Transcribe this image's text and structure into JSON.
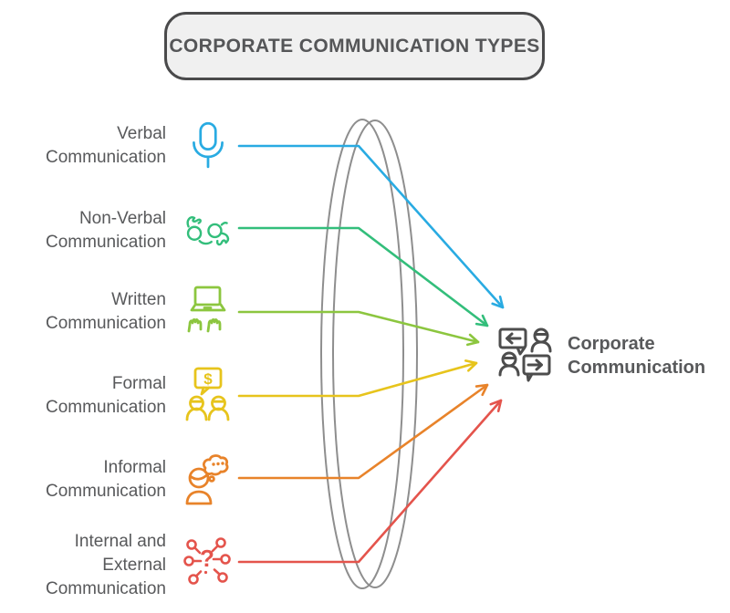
{
  "title": "CORPORATE COMMUNICATION TYPES",
  "items": [
    {
      "lines": [
        "Verbal",
        "Communication"
      ],
      "icon": "microphone-icon",
      "color": "#29ABE2"
    },
    {
      "lines": [
        "Non-Verbal",
        "Communication"
      ],
      "icon": "sign-language-icon",
      "color": "#33BE7B"
    },
    {
      "lines": [
        "Written",
        "Communication"
      ],
      "icon": "laptop-typing-icon",
      "color": "#8CC63F"
    },
    {
      "lines": [
        "Formal",
        "Communication"
      ],
      "icon": "money-talk-icon",
      "color": "#E7C41C"
    },
    {
      "lines": [
        "Informal",
        "Communication"
      ],
      "icon": "thinking-person-icon",
      "color": "#E8832A"
    },
    {
      "lines": [
        "Internal and",
        "External",
        "Communication"
      ],
      "icon": "network-question-icon",
      "color": "#E4544C"
    }
  ],
  "result": {
    "lines": [
      "Corporate",
      "Communication"
    ],
    "icon": "chat-people-icon",
    "color": "#4D4D4D"
  },
  "glyphs": {
    "dollar": "$",
    "question": "?"
  },
  "lens_color": "#8E8E8E",
  "text_color": "#58595B",
  "title_bg": "#F0F0F0"
}
